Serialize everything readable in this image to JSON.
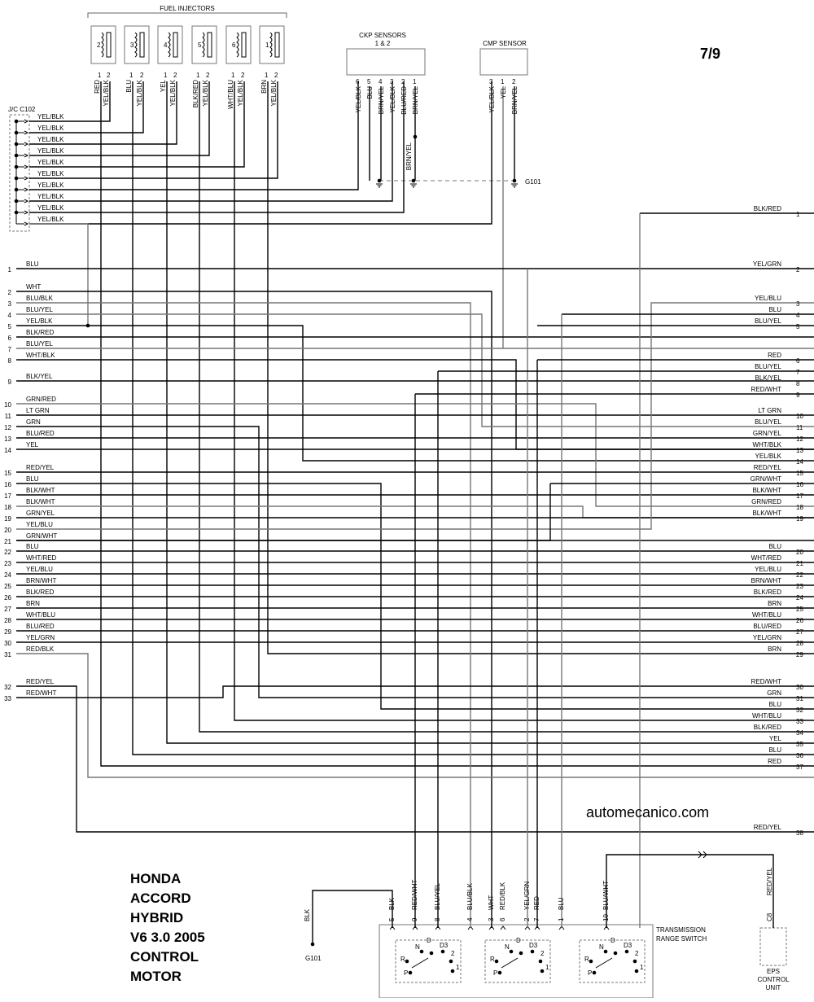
{
  "page_label": "7/9",
  "site": "automecanico.com",
  "title_lines": [
    "HONDA",
    "ACCORD",
    "HYBRID",
    "V6 3.0 2005",
    "CONTROL",
    "MOTOR"
  ],
  "components": {
    "fuel_injectors": "FUEL INJECTORS",
    "ckp_sensors": [
      "CKP SENSORS",
      "1 & 2"
    ],
    "cmp_sensor": "CMP SENSOR",
    "g101": "G101",
    "jc": "J/C C102",
    "transmission": [
      "TRANSMISSION",
      "RANGE SWITCH"
    ],
    "eps": [
      "EPS",
      "CONTROL",
      "UNIT"
    ]
  },
  "injectors": [
    {
      "num": "2",
      "pin1_color": "RED",
      "pin2_color": "YEL/BLK"
    },
    {
      "num": "3",
      "pin1_color": "BLU",
      "pin2_color": "YEL/BLK"
    },
    {
      "num": "4",
      "pin1_color": "YEL",
      "pin2_color": "YEL/BLK"
    },
    {
      "num": "5",
      "pin1_color": "BLK/RED",
      "pin2_color": "YEL/BLK"
    },
    {
      "num": "6",
      "pin1_color": "WHT/BLU",
      "pin2_color": "YEL/BLK"
    },
    {
      "num": "1",
      "pin1_color": "BRN",
      "pin2_color": "YEL/BLK"
    }
  ],
  "ckp_pins": [
    {
      "pin": "6",
      "color": "YEL/BLK"
    },
    {
      "pin": "5",
      "color": "BLU"
    },
    {
      "pin": "4",
      "color": "BRN/YEL"
    },
    {
      "pin": "3",
      "color": "YEL/BLK"
    },
    {
      "pin": "2",
      "color": "BLU/RED"
    },
    {
      "pin": "1",
      "color": "BRN/YEL"
    }
  ],
  "ckp_ground_wire": "BRN/YEL",
  "cmp_pins": [
    {
      "pin": "3",
      "color": "YEL/BLK"
    },
    {
      "pin": "1",
      "color": "YEL"
    },
    {
      "pin": "2",
      "color": "BRN/YEL"
    }
  ],
  "jc_wires": [
    "YEL/BLK",
    "YEL/BLK",
    "YEL/BLK",
    "YEL/BLK",
    "YEL/BLK",
    "YEL/BLK",
    "YEL/BLK",
    "YEL/BLK",
    "YEL/BLK",
    "YEL/BLK"
  ],
  "left_terminals": [
    {
      "n": "1",
      "color": "BLU"
    },
    {
      "n": "2",
      "color": "WHT"
    },
    {
      "n": "3",
      "color": "BLU/BLK"
    },
    {
      "n": "4",
      "color": "BLU/YEL"
    },
    {
      "n": "5",
      "color": "YEL/BLK"
    },
    {
      "n": "6",
      "color": "BLK/RED"
    },
    {
      "n": "7",
      "color": "BLU/YEL"
    },
    {
      "n": "8",
      "color": "WHT/BLK"
    },
    {
      "n": "9",
      "color": "BLK/YEL"
    },
    {
      "n": "10",
      "color": "GRN/RED"
    },
    {
      "n": "11",
      "color": "LT GRN"
    },
    {
      "n": "12",
      "color": "GRN"
    },
    {
      "n": "13",
      "color": "BLU/RED"
    },
    {
      "n": "14",
      "color": "YEL"
    },
    {
      "n": "15",
      "color": "RED/YEL"
    },
    {
      "n": "16",
      "color": "BLU"
    },
    {
      "n": "17",
      "color": "BLK/WHT"
    },
    {
      "n": "18",
      "color": "BLK/WHT"
    },
    {
      "n": "19",
      "color": "GRN/YEL"
    },
    {
      "n": "20",
      "color": "YEL/BLU"
    },
    {
      "n": "21",
      "color": "GRN/WHT"
    },
    {
      "n": "22",
      "color": "BLU"
    },
    {
      "n": "23",
      "color": "WHT/RED"
    },
    {
      "n": "24",
      "color": "YEL/BLU"
    },
    {
      "n": "25",
      "color": "BRN/WHT"
    },
    {
      "n": "26",
      "color": "BLK/RED"
    },
    {
      "n": "27",
      "color": "BRN"
    },
    {
      "n": "28",
      "color": "WHT/BLU"
    },
    {
      "n": "29",
      "color": "BLU/RED"
    },
    {
      "n": "30",
      "color": "YEL/GRN"
    },
    {
      "n": "31",
      "color": "RED/BLK"
    },
    {
      "n": "32",
      "color": "RED/YEL"
    },
    {
      "n": "33",
      "color": "RED/WHT"
    }
  ],
  "right_terminals": [
    {
      "n": "1",
      "color": "BLK/RED"
    },
    {
      "n": "2",
      "color": "YEL/GRN"
    },
    {
      "n": "3",
      "color": "YEL/BLU"
    },
    {
      "n": "4",
      "color": "BLU"
    },
    {
      "n": "5",
      "color": "BLU/YEL"
    },
    {
      "n": "6",
      "color": "RED"
    },
    {
      "n": "7",
      "color": "BLU/YEL"
    },
    {
      "n": "8",
      "color": "BLK/YEL"
    },
    {
      "n": "9",
      "color": "RED/WHT"
    },
    {
      "n": "10",
      "color": "LT GRN"
    },
    {
      "n": "11",
      "color": "BLU/YEL"
    },
    {
      "n": "12",
      "color": "GRN/YEL"
    },
    {
      "n": "13",
      "color": "WHT/BLK"
    },
    {
      "n": "14",
      "color": "YEL/BLK"
    },
    {
      "n": "15",
      "color": "RED/YEL"
    },
    {
      "n": "16",
      "color": "GRN/WHT"
    },
    {
      "n": "17",
      "color": "BLK/WHT"
    },
    {
      "n": "18",
      "color": "GRN/RED"
    },
    {
      "n": "19",
      "color": "BLK/WHT"
    },
    {
      "n": "20",
      "color": "BLU"
    },
    {
      "n": "21",
      "color": "WHT/RED"
    },
    {
      "n": "22",
      "color": "YEL/BLU"
    },
    {
      "n": "23",
      "color": "BRN/WHT"
    },
    {
      "n": "24",
      "color": "BLK/RED"
    },
    {
      "n": "25",
      "color": "BRN"
    },
    {
      "n": "26",
      "color": "WHT/BLU"
    },
    {
      "n": "27",
      "color": "BLU/RED"
    },
    {
      "n": "28",
      "color": "YEL/GRN"
    },
    {
      "n": "29",
      "color": "BRN"
    },
    {
      "n": "30",
      "color": "RED/WHT"
    },
    {
      "n": "31",
      "color": "GRN"
    },
    {
      "n": "32",
      "color": "BLU"
    },
    {
      "n": "33",
      "color": "WHT/BLU"
    },
    {
      "n": "34",
      "color": "BLK/RED"
    },
    {
      "n": "35",
      "color": "YEL"
    },
    {
      "n": "36",
      "color": "BLU"
    },
    {
      "n": "37",
      "color": "RED"
    },
    {
      "n": "38",
      "color": "RED/YEL"
    }
  ],
  "trans_pins": [
    {
      "pin": "5",
      "color": "BLK"
    },
    {
      "pin": "9",
      "color": "RED/WHT"
    },
    {
      "pin": "8",
      "color": "BLU/YEL"
    },
    {
      "pin": "4",
      "color": "BLU/BLK"
    },
    {
      "pin": "3",
      "color": "WHT"
    },
    {
      "pin": "6",
      "color": "RED/BLK"
    },
    {
      "pin": "2",
      "color": "YEL/GRN"
    },
    {
      "pin": "7",
      "color": "RED"
    },
    {
      "pin": "1",
      "color": "BLU"
    },
    {
      "pin": "10",
      "color": "BLU/WHT"
    }
  ],
  "g101_wire": "BLK",
  "eps_pin": {
    "pin": "C8",
    "color": "RED/YEL"
  },
  "switch_positions": [
    "N",
    "D",
    "D3",
    "2",
    "R",
    "P",
    "1"
  ],
  "colors": {
    "wire": "#000000",
    "gray_wire": "#777777"
  }
}
